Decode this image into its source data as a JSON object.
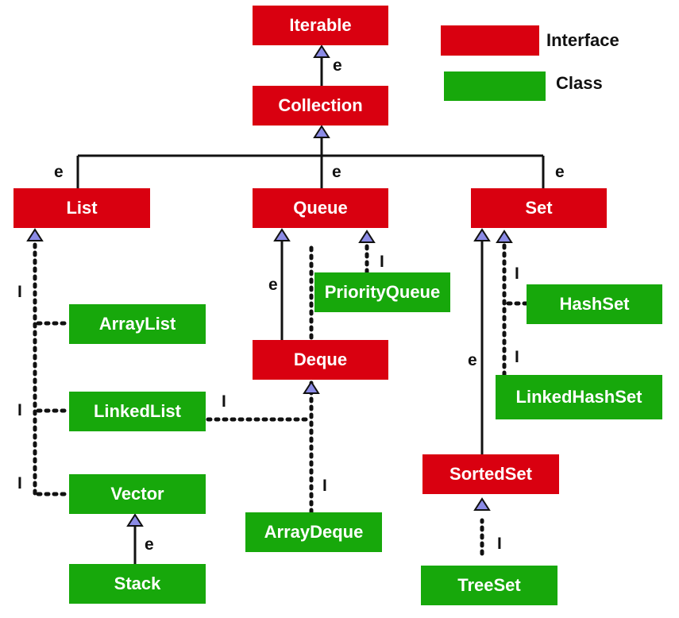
{
  "colors": {
    "interface": "#d90010",
    "class": "#17a80b",
    "line": "#111111",
    "arrow_fill": "#8b8be6"
  },
  "legend": {
    "interface": "Interface",
    "class": "Class"
  },
  "edge_labels": {
    "extends": "e",
    "implements": "I"
  },
  "nodes": {
    "iterable": "Iterable",
    "collection": "Collection",
    "list": "List",
    "queue": "Queue",
    "set": "Set",
    "arraylist": "ArrayList",
    "linkedlist": "LinkedList",
    "vector": "Vector",
    "stack": "Stack",
    "priorityqueue": "PriorityQueue",
    "deque": "Deque",
    "arraydeque": "ArrayDeque",
    "hashset": "HashSet",
    "linkedhashset": "LinkedHashSet",
    "sortedset": "SortedSet",
    "treeset": "TreeSet"
  }
}
